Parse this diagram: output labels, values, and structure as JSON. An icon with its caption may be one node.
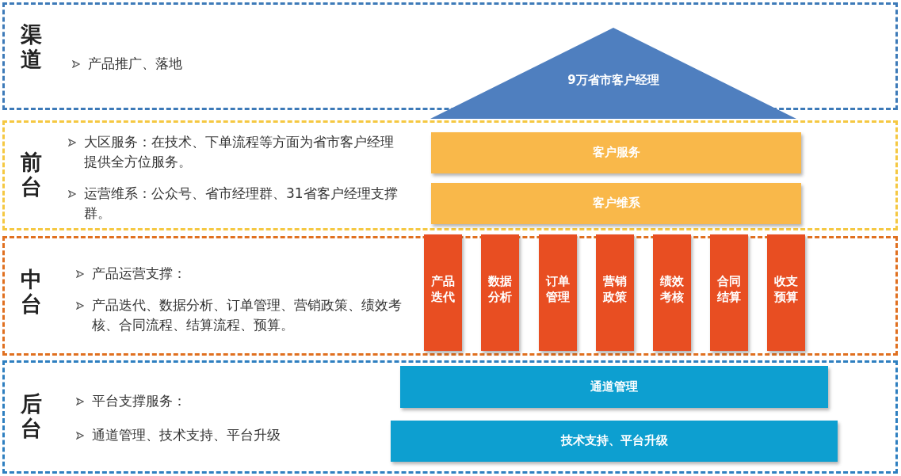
{
  "diagram": {
    "nodes": [
      {
        "text": [
          "渠道",
          "产品推广、落地"
        ]
      },
      {
        "text": [
          "9万省市客户经理"
        ]
      },
      {
        "text": [
          "前台",
          "大区服务：在技术、下单流程等方面为省市客户经理提供全方位服务。",
          "运营维系：公众号、省市经理群、31省客户经理支撑群。"
        ]
      },
      {
        "text": [
          "客户服务"
        ],
        "in": 2
      },
      {
        "text": [
          "客户维系"
        ],
        "in": 2
      },
      {
        "text": [
          "中台",
          "产品运营支撑：",
          "产品迭代、数据分析、订单管理、营销政策、绩效考核、合同流程、结算流程、预算。"
        ]
      },
      {
        "text": [
          "产品迭代"
        ],
        "in": 5
      },
      {
        "text": [
          "数据分析"
        ],
        "in": 5
      },
      {
        "text": [
          "订单管理"
        ],
        "in": 5
      },
      {
        "text": [
          "营销政策"
        ],
        "in": 5
      },
      {
        "text": [
          "绩效考核"
        ],
        "in": 5
      },
      {
        "text": [
          "合同结算"
        ],
        "in": 5
      },
      {
        "text": [
          "收支预算"
        ],
        "in": 5
      },
      {
        "text": [
          "后台",
          "平台支撑服务：",
          "通道管理、技术支持、平台升级"
        ]
      },
      {
        "text": [
          "通道管理"
        ],
        "in": 13
      },
      {
        "text": [
          "技术支持、平台升级"
        ],
        "in": 13
      }
    ],
    "edges": []
  }
}
